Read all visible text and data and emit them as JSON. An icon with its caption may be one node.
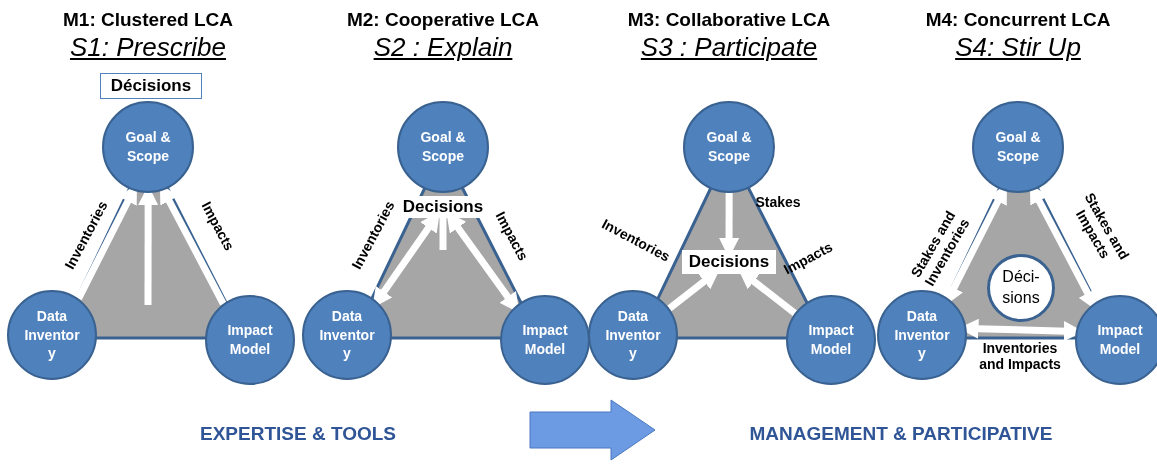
{
  "diagram": {
    "nodes": [
      {
        "text": [
          "Décisions"
        ]
      },
      {
        "text": [
          "Goal & Scope"
        ]
      },
      {
        "text": [
          "Data Inventor y"
        ]
      },
      {
        "text": [
          "Impact Model"
        ]
      },
      {
        "text": [
          "Goal & Scope"
        ]
      },
      {
        "text": [
          "Decisions"
        ]
      },
      {
        "text": [
          "Data Inventor y"
        ]
      },
      {
        "text": [
          "Impact Model"
        ]
      },
      {
        "text": [
          "Goal & Scope"
        ]
      },
      {
        "text": [
          "Decisions"
        ]
      },
      {
        "text": [
          "Data Inventor y"
        ]
      },
      {
        "text": [
          "Impact Model"
        ]
      },
      {
        "text": [
          "Goal & Scope"
        ]
      },
      {
        "text": [
          "Data Inventor y"
        ]
      },
      {
        "text": [
          "Déci- sions"
        ]
      },
      {
        "text": [
          "Impact Model"
        ]
      }
    ],
    "edges": [
      {
        "from": 2,
        "to": 1,
        "arrow": "to",
        "label": "Inventories"
      },
      {
        "from": 3,
        "to": 1,
        "arrow": "to",
        "label": "Impacts"
      },
      {
        "from": null,
        "to": 1,
        "arrow": "to"
      },
      {
        "from": 5,
        "to": 6,
        "arrow": "both",
        "label": "Inventories"
      },
      {
        "from": 5,
        "to": 7,
        "arrow": "both",
        "label": "Impacts"
      },
      {
        "from": 5,
        "to": null,
        "arrow": "none"
      },
      {
        "from": 8,
        "to": 9,
        "arrow": "to",
        "label": "Stakes"
      },
      {
        "from": 10,
        "to": 9,
        "arrow": "to",
        "label": "Inventories"
      },
      {
        "from": 11,
        "to": 9,
        "arrow": "to",
        "label": "Impacts"
      },
      {
        "from": 13,
        "to": 12,
        "arrow": "both",
        "label": "Stakes and Inventories"
      },
      {
        "from": 12,
        "to": 15,
        "arrow": "both",
        "label": "Stakes and Impacts"
      },
      {
        "from": 13,
        "to": 15,
        "arrow": "both",
        "label": "Inventories and Impacts"
      }
    ],
    "labels": [
      "M1: Clustered LCA",
      "S1: Prescribe",
      "M2: Cooperative LCA",
      "S2 : Explain",
      "M3: Collaborative LCA",
      "S3 : Participate",
      "M4: Concurrent LCA",
      "S4: Stir Up",
      "EXPERTISE & TOOLS",
      "MANAGEMENT & PARTICIPATIVE"
    ]
  }
}
